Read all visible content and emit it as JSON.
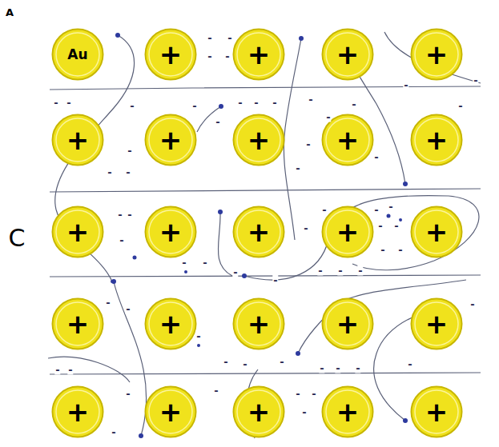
{
  "diagram": {
    "nodes": [
      {
        "text": [
          "Au"
        ]
      },
      {
        "text": [
          "+"
        ]
      },
      {
        "text": [
          "+"
        ]
      },
      {
        "text": [
          "+"
        ]
      },
      {
        "text": [
          "+"
        ]
      },
      {
        "text": [
          "+"
        ]
      },
      {
        "text": [
          "+"
        ]
      },
      {
        "text": [
          "+"
        ]
      },
      {
        "text": [
          "+"
        ]
      },
      {
        "text": [
          "+"
        ]
      },
      {
        "text": [
          "+"
        ]
      },
      {
        "text": [
          "+"
        ]
      },
      {
        "text": [
          "+"
        ]
      },
      {
        "text": [
          "+"
        ]
      },
      {
        "text": [
          "+"
        ]
      },
      {
        "text": [
          "+"
        ]
      },
      {
        "text": [
          "+"
        ]
      },
      {
        "text": [
          "+"
        ]
      },
      {
        "text": [
          "+"
        ]
      },
      {
        "text": [
          "+"
        ]
      },
      {
        "text": [
          "+"
        ]
      },
      {
        "text": [
          "+"
        ]
      },
      {
        "text": [
          "+"
        ]
      },
      {
        "text": [
          "+"
        ]
      },
      {
        "text": [
          "+"
        ]
      }
    ],
    "labels": [
      "A",
      "C",
      "-",
      "-",
      "-",
      "-",
      "-",
      "-",
      "-",
      "-",
      "-",
      "-",
      "-",
      "-",
      "-",
      "-",
      "-",
      "-",
      "-",
      "-",
      "-",
      "-",
      "-",
      "-",
      "-",
      "-",
      "-",
      "-",
      "-",
      "-",
      "-",
      "-",
      "-",
      "-",
      "-",
      "-",
      "-",
      "-",
      "-",
      "-",
      "-",
      "-",
      "-",
      "-",
      "-",
      "-",
      "-",
      "-",
      "-",
      "-",
      "-",
      "-",
      "-",
      "-",
      "-",
      "-",
      "-",
      "-",
      "-",
      "-",
      "-",
      "-",
      "-"
    ]
  }
}
